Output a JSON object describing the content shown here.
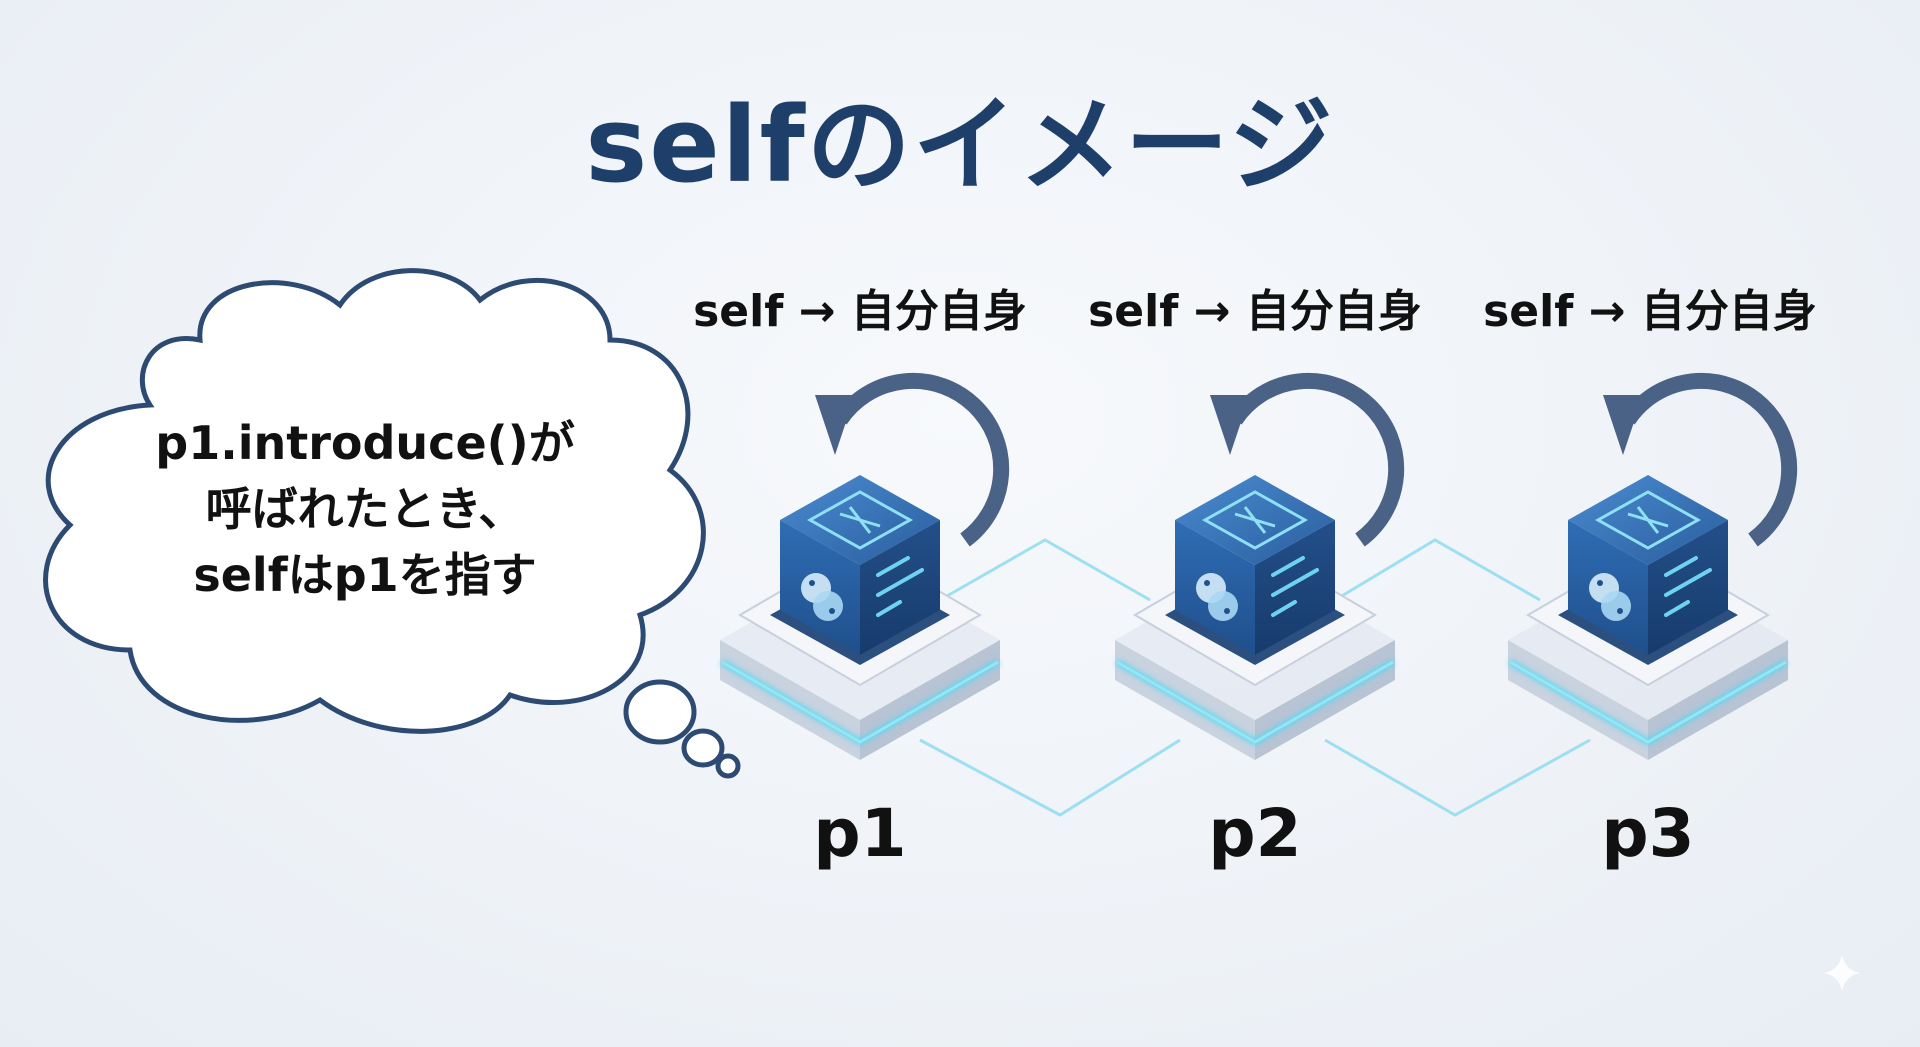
{
  "title": "selfのイメージ",
  "bubble": {
    "lines": [
      "p1.introduce()が",
      "呼ばれたとき、",
      "selfはp1を指す"
    ]
  },
  "objects": [
    {
      "label": "p1",
      "self_label": "self → 自分自身"
    },
    {
      "label": "p2",
      "self_label": "self → 自分自身"
    },
    {
      "label": "p3",
      "self_label": "self → 自分自身"
    }
  ],
  "colors": {
    "title": "#1f3f6b",
    "cube_dark": "#1d4f8f",
    "cube_light": "#3d7fc4",
    "accent_cyan": "#5fd6ef",
    "arrow": "#4a6285",
    "bubble_stroke": "#2c4a72"
  },
  "icons": {
    "cube_face": "python-logo-icon",
    "arrow": "self-reference-loop-arrow-icon"
  }
}
